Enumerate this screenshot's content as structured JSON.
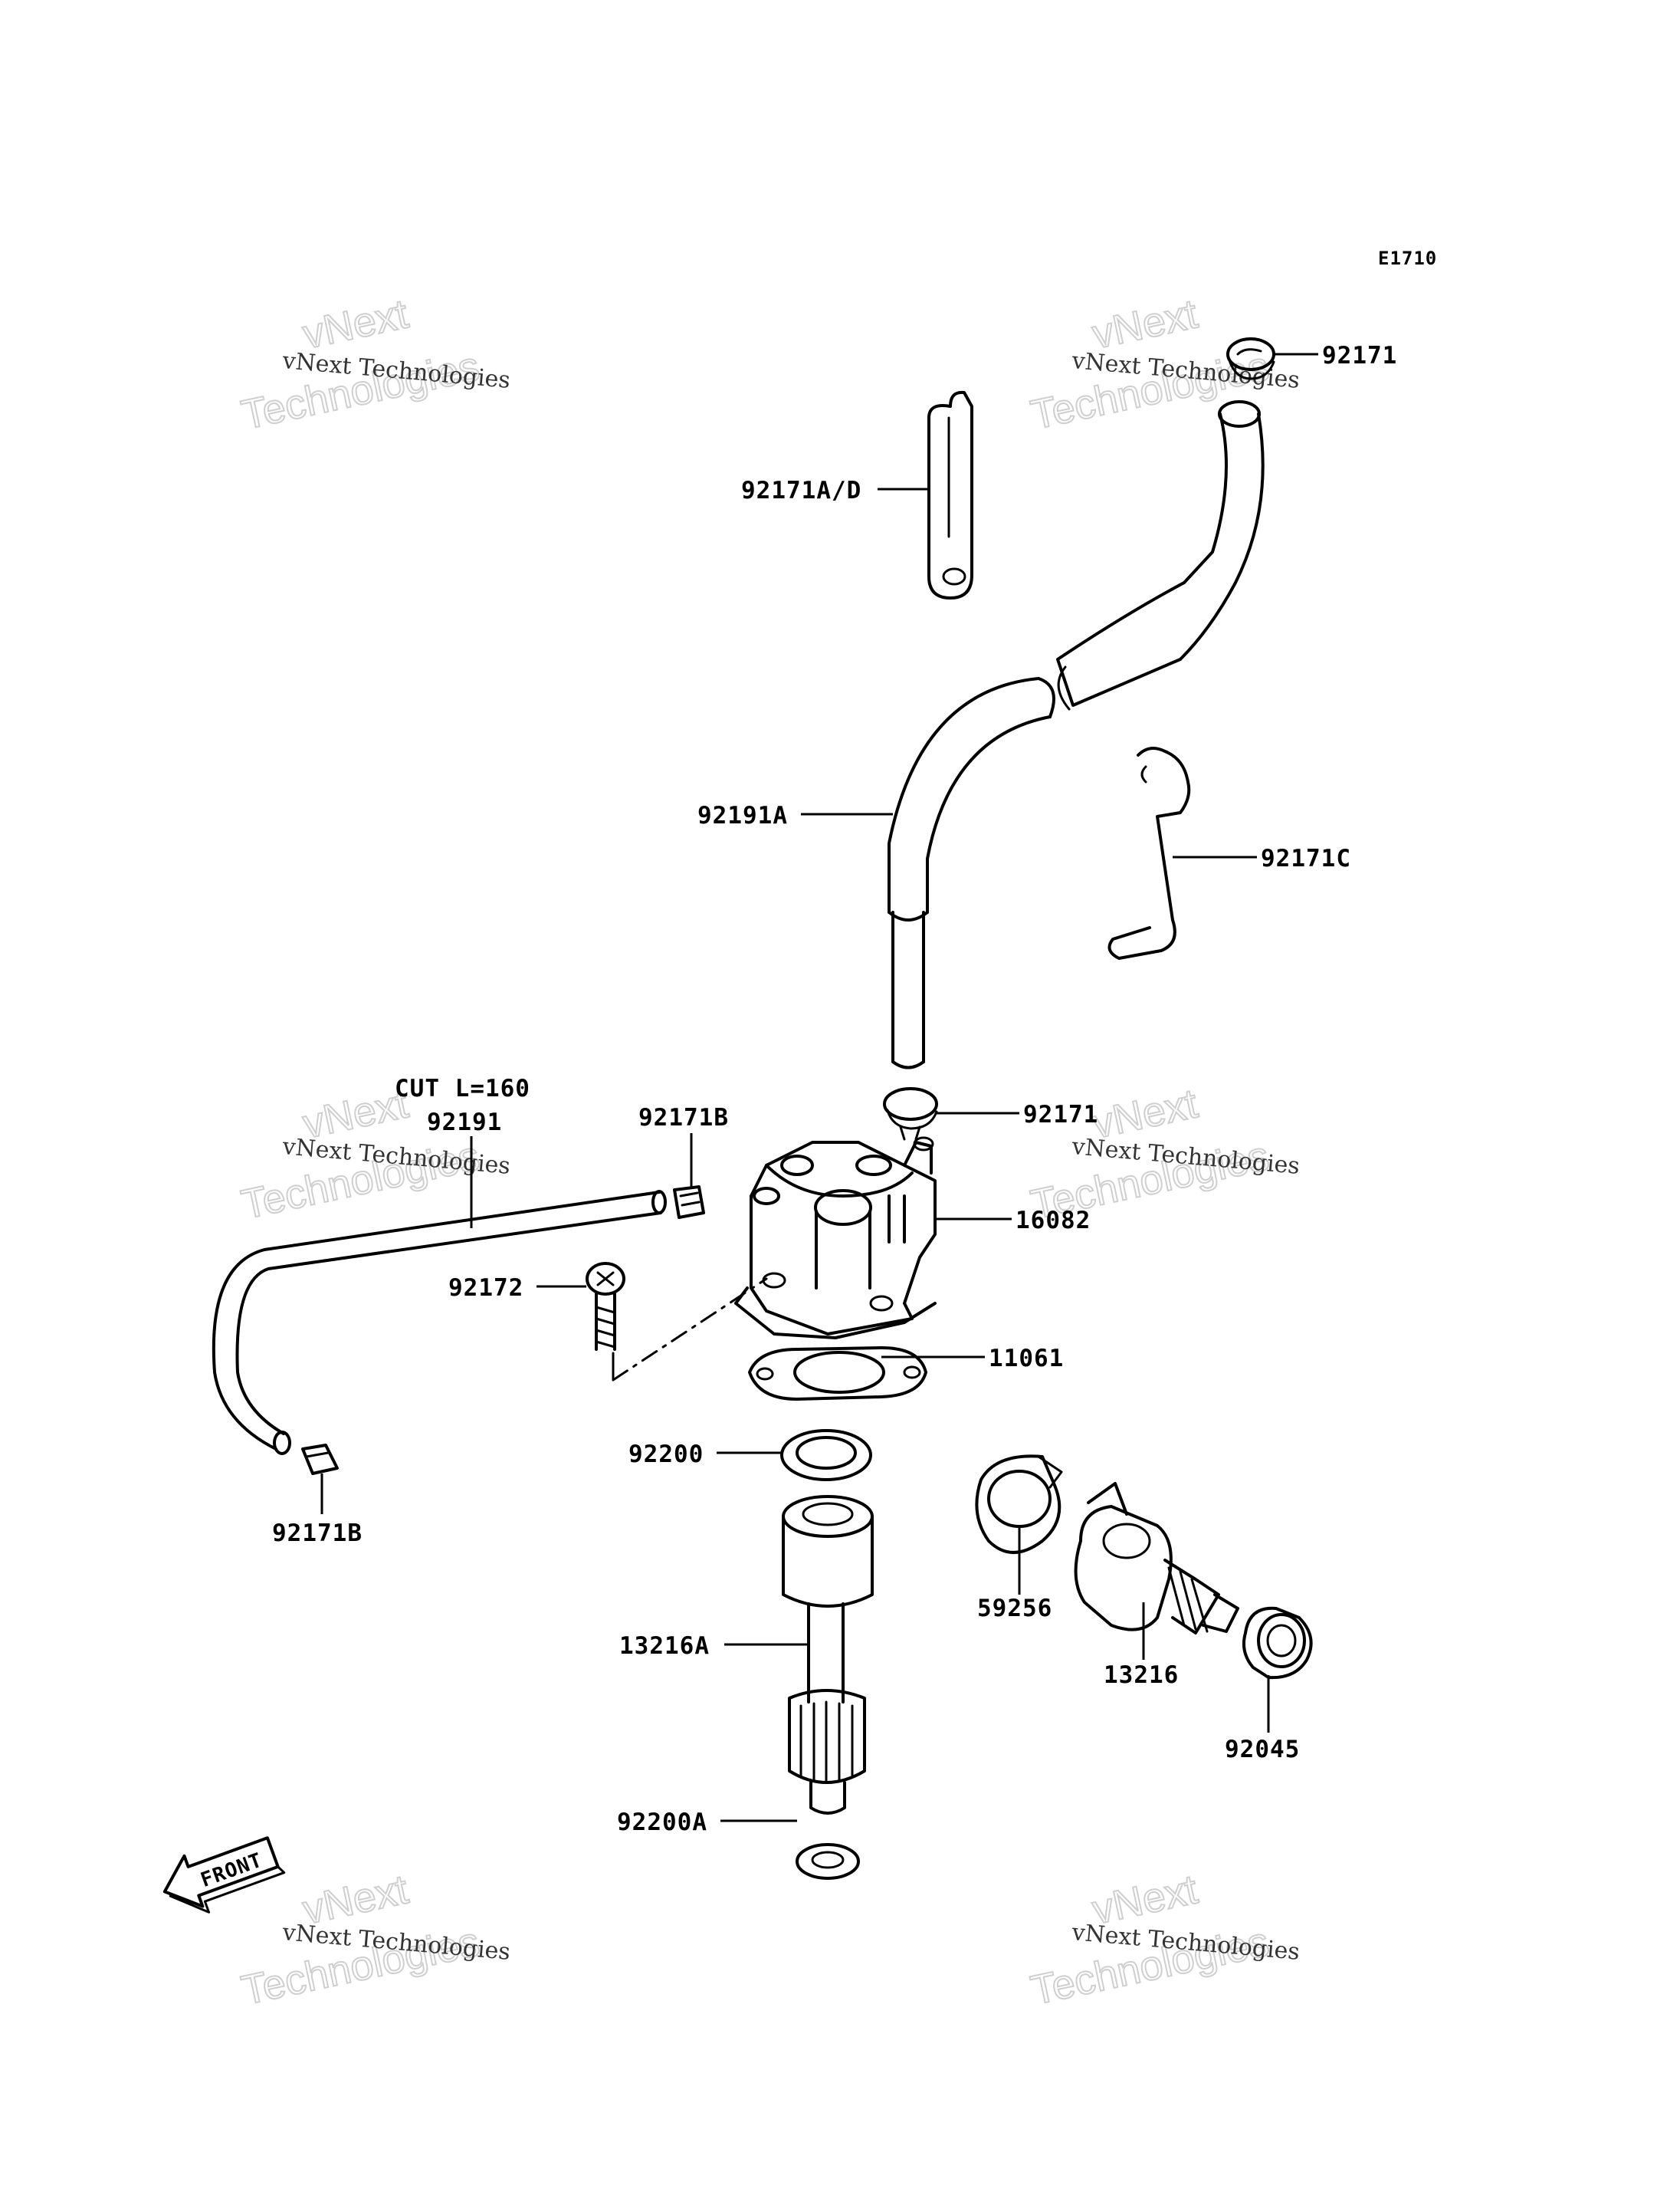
{
  "diagram_code": "E1710",
  "cut_note": "CUT L=160",
  "front_label": "FRONT",
  "watermark": {
    "line1": "vNext Technologies",
    "line2a": "vNext",
    "line2b": "Technologies"
  },
  "labels": {
    "p92171_top": "92171",
    "p92171AD": "92171A/D",
    "p92191A": "92191A",
    "p92171C": "92171C",
    "p92191": "92191",
    "p92171B_top": "92171B",
    "p92171_mid": "92171",
    "p16082": "16082",
    "p92172": "92172",
    "p11061": "11061",
    "p92200": "92200",
    "p92171B_bot": "92171B",
    "p59256": "59256",
    "p13216A": "13216A",
    "p13216": "13216",
    "p92045": "92045",
    "p92200A": "92200A"
  }
}
